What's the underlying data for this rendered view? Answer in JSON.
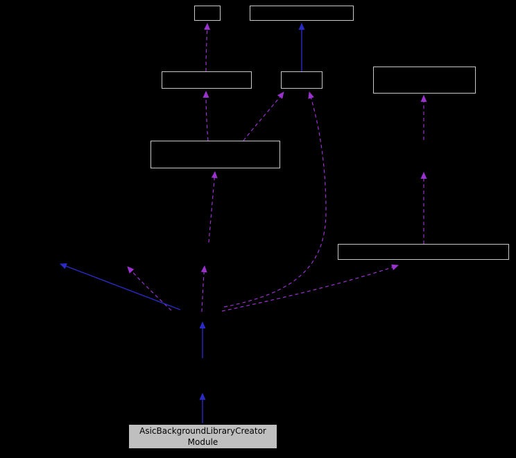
{
  "diagram": {
    "type": "class-collaboration-graph",
    "main_node": {
      "lines": [
        "AsicBackgroundLibraryCreator",
        "Module"
      ]
    },
    "colors": {
      "background": "#000000",
      "node_border": "#c9c9c9",
      "node_fill": "#000000",
      "main_node_fill": "#bfbfbf",
      "main_node_border": "#000000",
      "main_node_text": "#000000",
      "edge_inheritance": "#2a2ac4",
      "edge_collaboration": "#9a32cd"
    }
  }
}
